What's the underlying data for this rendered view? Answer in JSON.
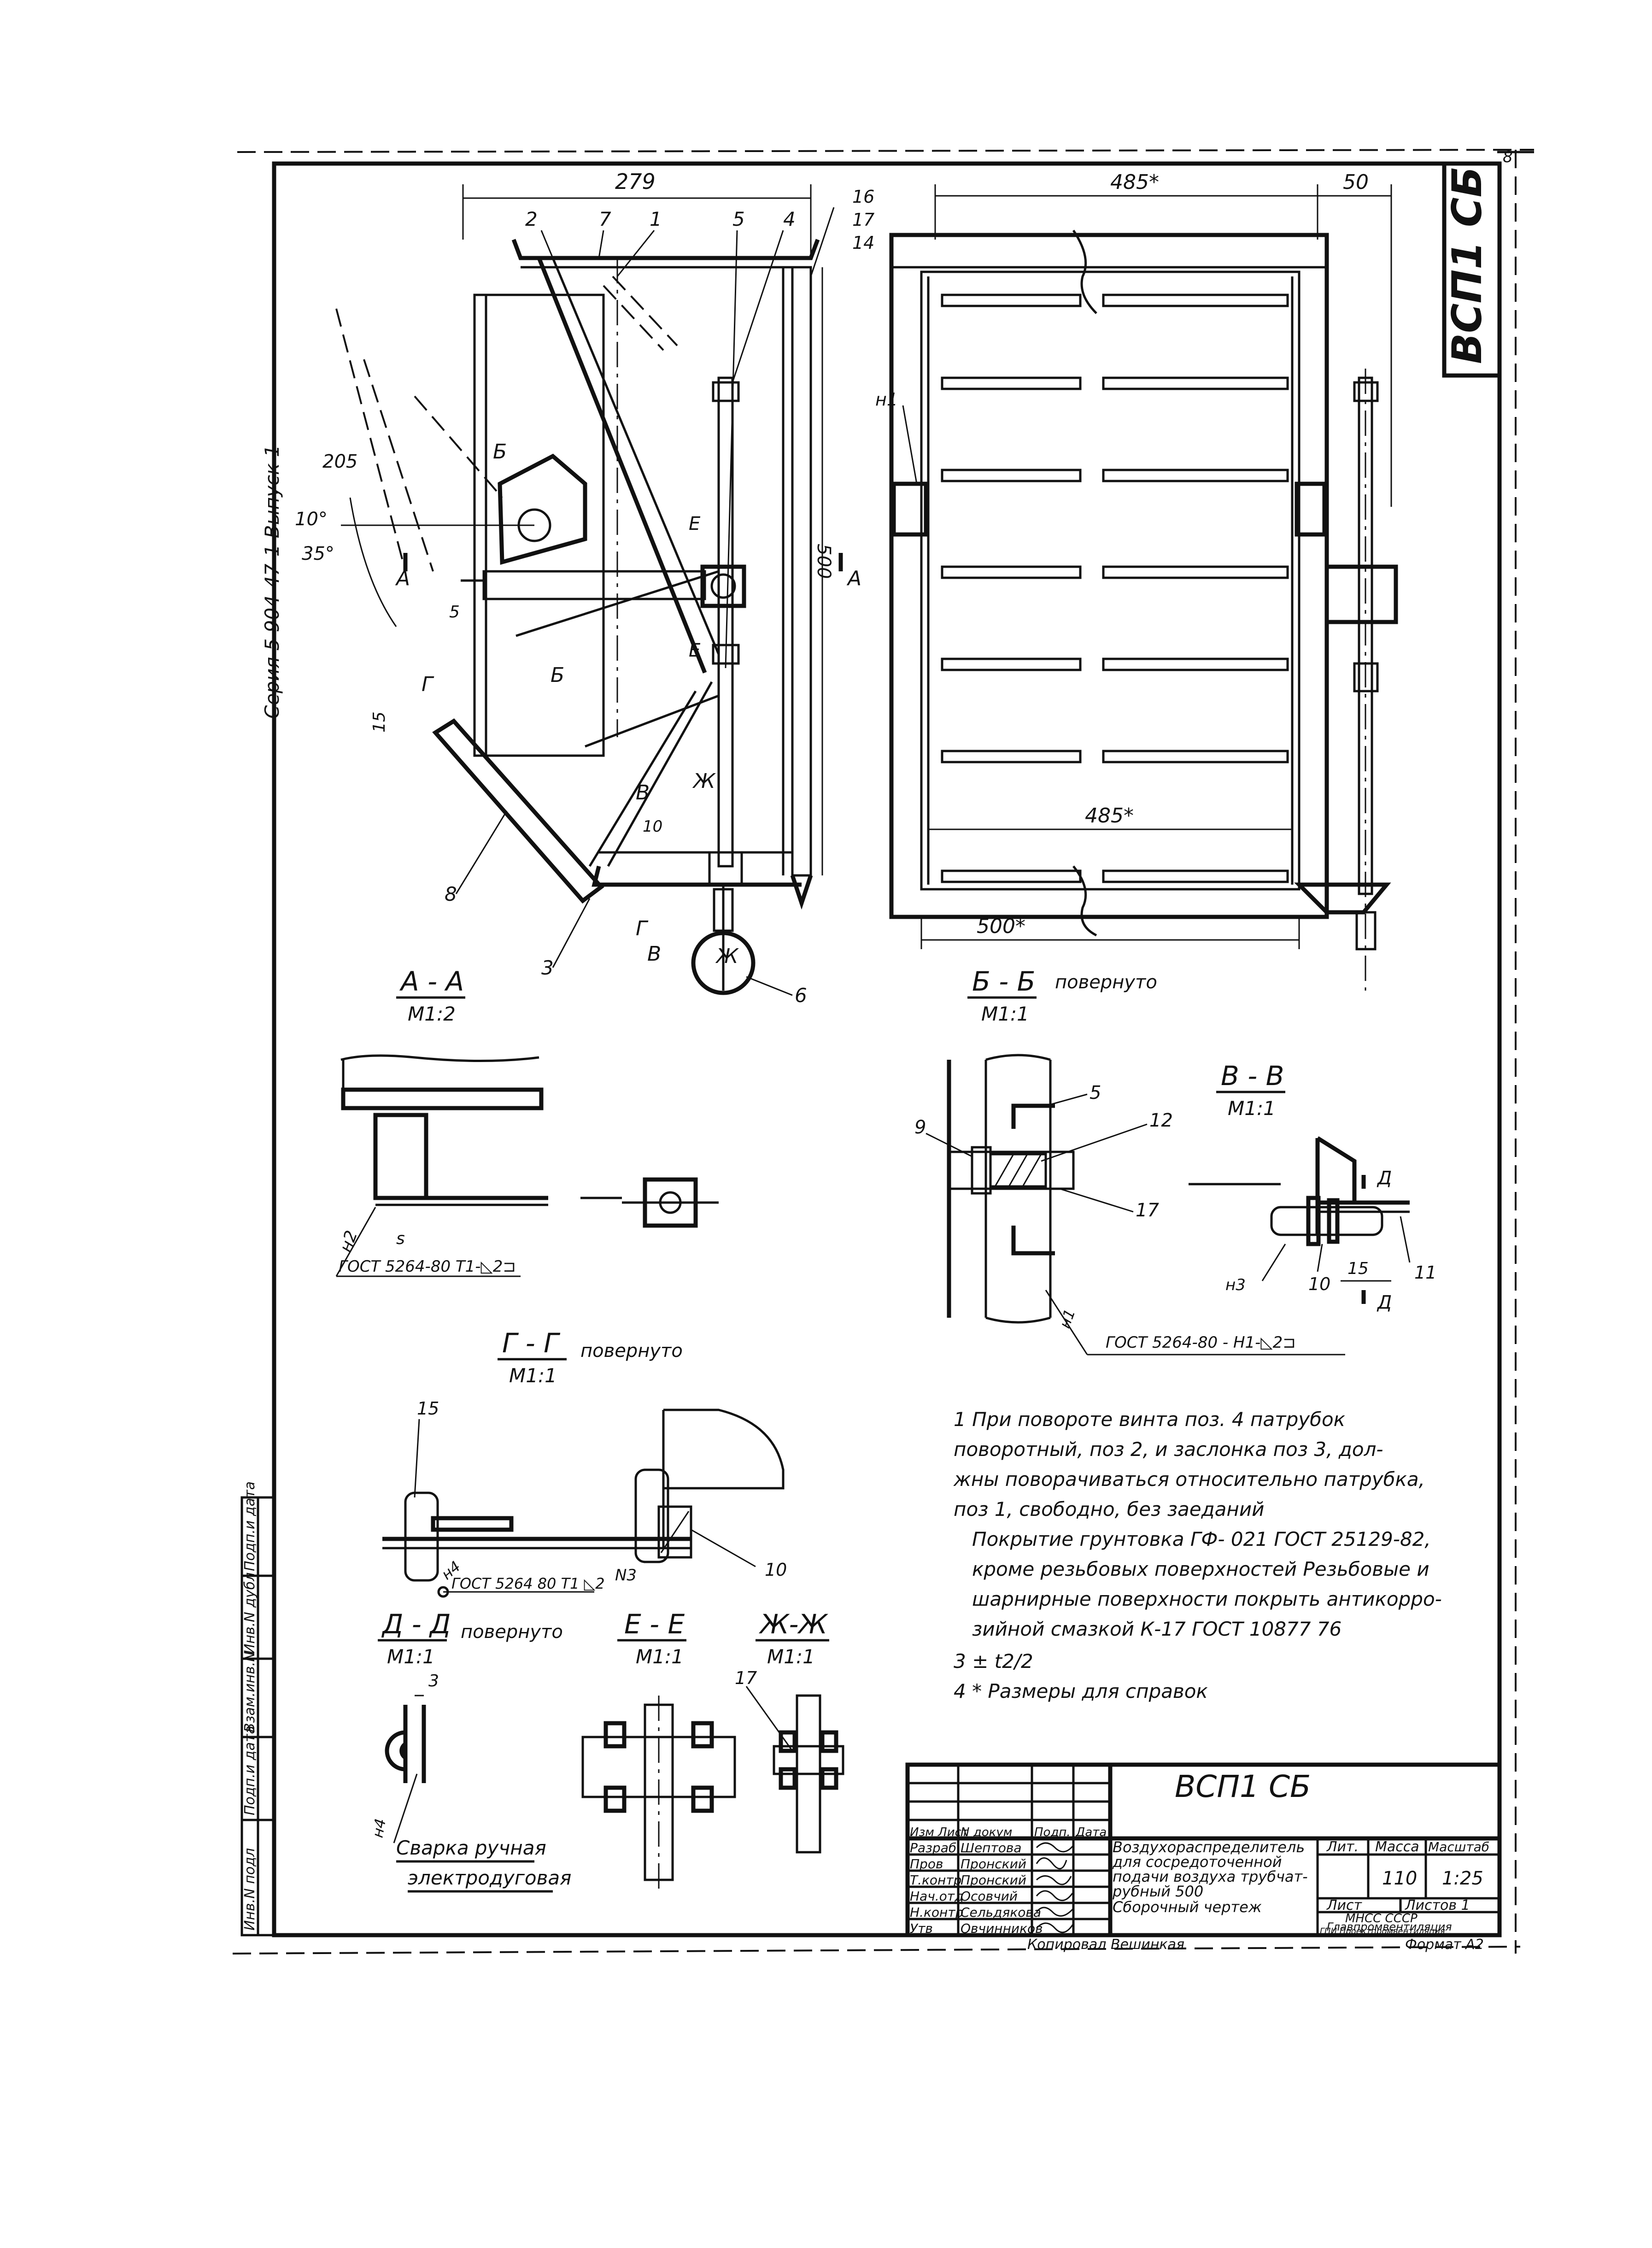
{
  "sheet": {
    "corner_number": "8",
    "side_title": "ВСП1   СБ",
    "series": "Серия 5 904-47-1   Выпуск 1",
    "copied_by": "Копировал  Вешинкая",
    "format": "Формат А2"
  },
  "main_view": {
    "dims": {
      "top_width": "279",
      "height": "500",
      "d205": "205",
      "angle10": "10°",
      "angle35": "35°",
      "d5": "5",
      "d15": "15",
      "d10": "10"
    },
    "positions": [
      "2",
      "7",
      "1",
      "5",
      "4",
      "16",
      "17",
      "14",
      "8",
      "3",
      "6"
    ],
    "section_marks": {
      "A": "А",
      "B": "Б",
      "V": "В",
      "G": "Г",
      "E": "Е",
      "Zh": "Ж"
    }
  },
  "side_view": {
    "dims": {
      "w485_top": "485*",
      "w50": "50",
      "w485_bottom": "485*",
      "w500": "500*"
    },
    "note_mark": "н1"
  },
  "sections": {
    "aa": {
      "title": "А - А",
      "scale": "М1:2",
      "weld": "ГОСТ 5264-80  Т1-◺2⊐",
      "mark_n2": "н2",
      "dim_s": "s"
    },
    "bb": {
      "title": "Б - Б",
      "note": "повернуто",
      "scale": "М1:1",
      "pos5": "5",
      "pos9": "9",
      "pos12": "12",
      "pos17": "17",
      "weld": "ГОСТ 5264-80 - Н1-◺2⊐",
      "mark_n1": "н1"
    },
    "vv": {
      "title": "В - В",
      "scale": "М1:1",
      "mark_d": "Д",
      "pos11": "11",
      "pos10": "10",
      "mark_n3": "н3",
      "dim15": "15"
    },
    "gg": {
      "title": "Г - Г",
      "note": "повернуто",
      "scale": "М1:1",
      "pos15": "15",
      "pos10": "10",
      "mark_n3": "N3",
      "weld": "ГОСТ 5264 80 Т1 ◺2",
      "mark_n4": "н4"
    },
    "dd": {
      "title": "Д - Д",
      "note": "повернуто",
      "scale": "М1:1",
      "dim3": "3",
      "mark_n4": "н4",
      "weld_note_1": "Сварка ручная",
      "weld_note_2": "электродуговая"
    },
    "ee": {
      "title": "Е - Е",
      "scale": "М1:1"
    },
    "zhzh": {
      "title": "Ж-Ж",
      "scale": "М1:1",
      "pos17": "17"
    }
  },
  "notes": {
    "n1_1": "1  При повороте винта поз. 4  патрубок",
    "n1_2": "поворотный, поз 2,  и заслонка поз 3,  дол-",
    "n1_3": "жны  поворачиваться  относительно патрубка,",
    "n1_4": "поз 1,  свободно,  без заеданий",
    "n2_1": "Покрытие    грунтовка ГФ- 021  ГОСТ 25129-82,",
    "n2_2": "кроме резьбовых поверхностей  Резьбовые и",
    "n2_3": "шарнирные  поверхности  покрыть антикорро-",
    "n2_4": "зийной смазкой   К-17   ГОСТ 10877 76",
    "n3": "3 ±  t2/2",
    "n4": "4 *  Размеры для  справок"
  },
  "title_block": {
    "designation": "ВСП1     СБ",
    "name_1": "Воздухораспределитель",
    "name_2": "для сосредоточенной",
    "name_3": "подачи воздуха трубчат-",
    "name_4": "рубный  500",
    "name_5": "Сборочный чертеж",
    "lit": "Лит.",
    "mass": "Масса",
    "scale": "Масштаб",
    "mass_val": "110",
    "scale_val": "1:25",
    "sheet": "Лист",
    "sheets": "Листов 1",
    "org_1": "МНСС   СССР",
    "org_2": "Главпромвентиляция",
    "org_3": "ГПИ Проектпромвентиляция",
    "rows": [
      {
        "role": "Изм Лист",
        "name": "N докум",
        "sign": "Подп.",
        "date": "Дата"
      },
      {
        "role": "Разраб",
        "name": "Шептова",
        "sign": "",
        "date": ""
      },
      {
        "role": "Пров",
        "name": "Пронский",
        "sign": "",
        "date": ""
      },
      {
        "role": "Т.контр",
        "name": "Пронский",
        "sign": "",
        "date": ""
      },
      {
        "role": "Нач.отд",
        "name": "Осовчий",
        "sign": "",
        "date": ""
      },
      {
        "role": "Н.контр",
        "name": "Сельдякова",
        "sign": "",
        "date": ""
      },
      {
        "role": "Утв",
        "name": "Овчинников",
        "sign": "",
        "date": ""
      }
    ]
  },
  "side_stamp": [
    "Инв.N подл",
    "Подп.и дата",
    "Взам.инв.N",
    "Инв.N дубл",
    "Подп.и дата"
  ]
}
